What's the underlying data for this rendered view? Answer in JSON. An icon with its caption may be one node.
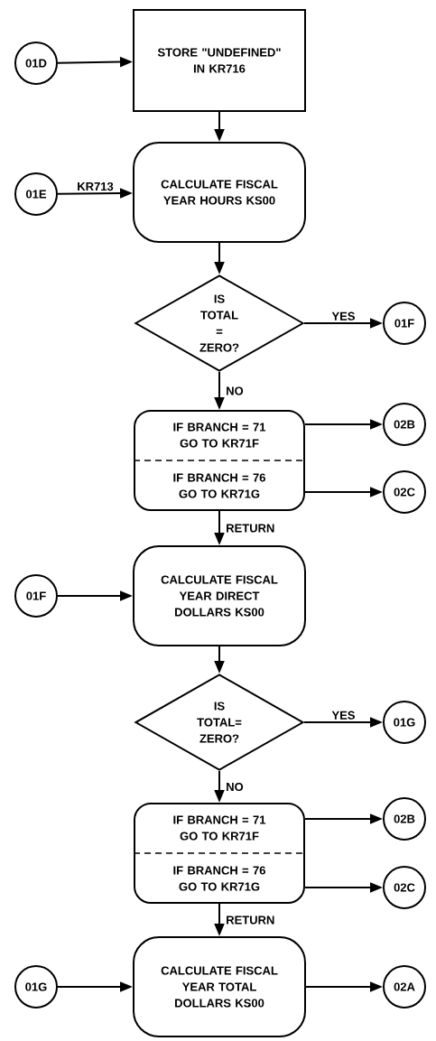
{
  "diagram": {
    "nodes": [
      {
        "text": [
          "01D"
        ]
      },
      {
        "text": [
          "STORE \"UNDEFINED\" IN KR716"
        ]
      },
      {
        "text": [
          "01E"
        ]
      },
      {
        "text": [
          "CALCULATE FISCAL YEAR HOURS KS00"
        ]
      },
      {
        "text": [
          "IS TOTAL = ZERO?"
        ]
      },
      {
        "text": [
          "01F"
        ]
      },
      {
        "text": [
          "IF BRANCH = 71 GO TO KR71F",
          "IF BRANCH = 76 GO TO KR71G"
        ]
      },
      {
        "text": [
          "02B"
        ]
      },
      {
        "text": [
          "02C"
        ]
      },
      {
        "text": [
          "01F"
        ]
      },
      {
        "text": [
          "CALCULATE FISCAL YEAR DIRECT DOLLARS KS00"
        ]
      },
      {
        "text": [
          "IS TOTAL= ZERO?"
        ]
      },
      {
        "text": [
          "01G"
        ]
      },
      {
        "text": [
          "IF BRANCH = 71 GO TO KR71F",
          "IF BRANCH = 76 GO TO KR71G"
        ]
      },
      {
        "text": [
          "02B"
        ]
      },
      {
        "text": [
          "02C"
        ]
      },
      {
        "text": [
          "01G"
        ]
      },
      {
        "text": [
          "CALCULATE FISCAL YEAR TOTAL DOLLARS KS00"
        ]
      },
      {
        "text": [
          "02A"
        ]
      }
    ],
    "edges": [
      {
        "from": 0,
        "to": 1,
        "arrow": "to"
      },
      {
        "from": 1,
        "to": 3,
        "arrow": "to"
      },
      {
        "from": 2,
        "to": 3,
        "arrow": "to",
        "label": "KR713"
      },
      {
        "from": 3,
        "to": 4,
        "arrow": "to"
      },
      {
        "from": 4,
        "to": 5,
        "arrow": "to",
        "label": "YES"
      },
      {
        "from": 4,
        "to": 6,
        "arrow": "to",
        "label": "NO"
      },
      {
        "from": 6,
        "to": 7,
        "arrow": "to"
      },
      {
        "from": 6,
        "to": 8,
        "arrow": "to"
      },
      {
        "from": 6,
        "to": 10,
        "arrow": "to",
        "label": "RETURN"
      },
      {
        "from": 9,
        "to": 10,
        "arrow": "to"
      },
      {
        "from": 10,
        "to": 11,
        "arrow": "to"
      },
      {
        "from": 11,
        "to": 12,
        "arrow": "to",
        "label": "YES"
      },
      {
        "from": 11,
        "to": 13,
        "arrow": "to",
        "label": "NO"
      },
      {
        "from": 13,
        "to": 14,
        "arrow": "to"
      },
      {
        "from": 13,
        "to": 15,
        "arrow": "to"
      },
      {
        "from": 13,
        "to": 17,
        "arrow": "to",
        "label": "RETURN"
      },
      {
        "from": 16,
        "to": 17,
        "arrow": "to"
      },
      {
        "from": 17,
        "to": 18,
        "arrow": "to"
      }
    ]
  }
}
